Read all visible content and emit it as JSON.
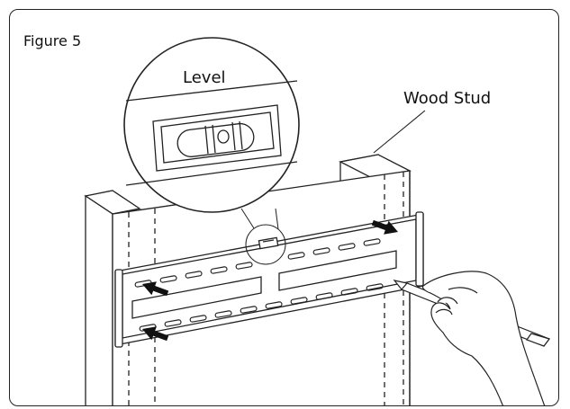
{
  "figure": {
    "title": "Figure 5",
    "callouts": {
      "level": "Level",
      "wood_stud": "Wood Stud"
    }
  },
  "colors": {
    "line": "#222222",
    "arrow": "#111111",
    "background": "#ffffff"
  }
}
